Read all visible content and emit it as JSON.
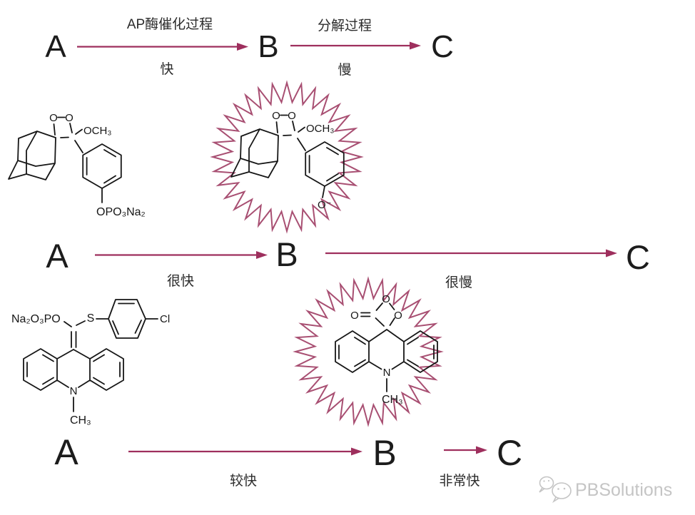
{
  "colors": {
    "arrow": "#9e2f5d",
    "starburst": "#a84f72",
    "bond": "#161616",
    "letter": "#1c1c1c",
    "cjk_label": "#2b2b2b",
    "watermark": "#c5c5c5"
  },
  "rows": [
    {
      "a": "A",
      "b": "B",
      "c": "C",
      "arrow1_top": "AP酶催化过程",
      "arrow1_bottom": "快",
      "arrow2_top": "分解过程",
      "arrow2_bottom": "慢"
    },
    {
      "a": "A",
      "b": "B",
      "c": "C",
      "arrow1_bottom": "很快",
      "arrow2_bottom": "很慢"
    },
    {
      "a": "A",
      "b": "B",
      "c": "C",
      "arrow1_bottom": "较快",
      "arrow2_bottom": "非常快"
    }
  ],
  "structures": {
    "ampd_phosphate": {
      "o1": "O",
      "o2": "O",
      "och3": "OCH₃",
      "phosphate": "OPO₃Na₂"
    },
    "ampd_excited": {
      "o1": "O",
      "o2": "O",
      "och3": "OCH₃",
      "phenolate": "O⁻"
    },
    "aps5": {
      "phosphate": "Na₂O₃PO",
      "sulfur": "S",
      "chlorine": "Cl",
      "nitrogen": "N",
      "methyl": "CH₃"
    },
    "acridone_dioxetanone": {
      "o_top": "O",
      "o_ring": "O",
      "o_carbonyl": "O",
      "nitrogen": "N",
      "methyl": "CH₃"
    }
  },
  "watermark": {
    "text": "PBSolutions"
  }
}
